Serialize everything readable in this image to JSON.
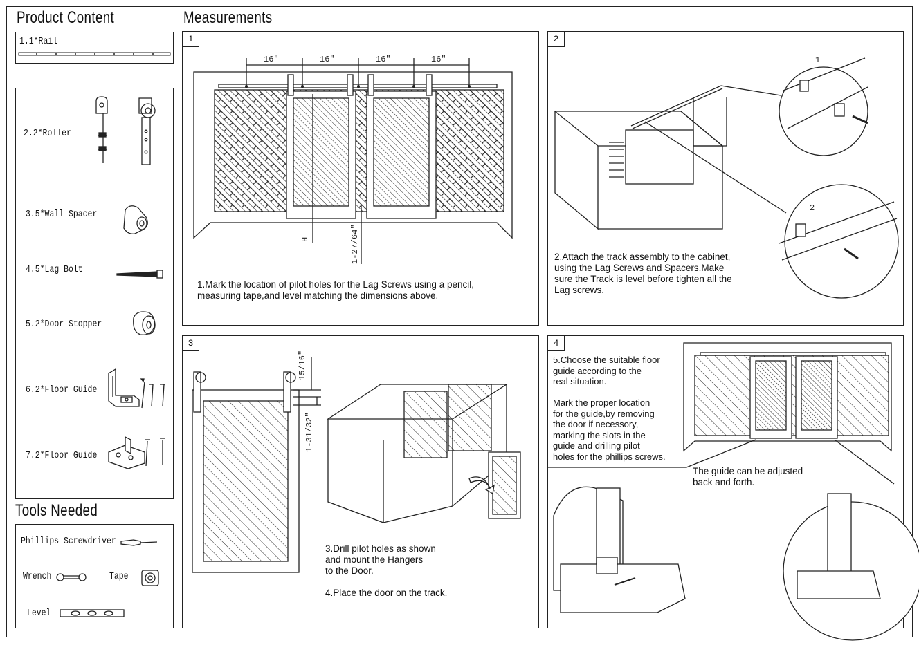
{
  "headings": {
    "product_content": "Product Content",
    "measurements": "Measurements",
    "tools_needed": "Tools Needed"
  },
  "product_items": [
    {
      "label": "1.1*Rail",
      "icon": "rail-icon"
    },
    {
      "label": "2.2*Roller",
      "icon": "roller-icon"
    },
    {
      "label": "3.5*Wall Spacer",
      "icon": "wall-spacer-icon"
    },
    {
      "label": "4.5*Lag Bolt",
      "icon": "lag-bolt-icon"
    },
    {
      "label": "5.2*Door Stopper",
      "icon": "door-stopper-icon"
    },
    {
      "label": "6.2*Floor Guide",
      "icon": "floor-guide-icon"
    },
    {
      "label": "7.2*Floor Guide",
      "icon": "floor-guide-icon"
    }
  ],
  "tools": [
    {
      "label": "Phillips Screwdriver",
      "icon": "screwdriver-icon"
    },
    {
      "label": "Wrench",
      "icon": "wrench-icon"
    },
    {
      "label": "Tape",
      "icon": "tape-measure-icon"
    },
    {
      "label": "Level",
      "icon": "level-icon"
    }
  ],
  "steps": [
    {
      "number": "1",
      "text": "1.Mark the location of pilot holes for the Lag Screws using a pencil,\nmeasuring tape,and level matching the dimensions above.",
      "dimensions": [
        "16\"",
        "16\"",
        "16\"",
        "16\""
      ],
      "height_label": "H",
      "gap_label": "1-27/64\""
    },
    {
      "number": "2",
      "text": "2.Attach the track assembly to the cabinet,\nusing the Lag Screws and Spacers.Make\nsure the Track is level before tighten all the\nLag screws.",
      "callouts": [
        "1",
        "2"
      ]
    },
    {
      "number": "3",
      "text": "3.Drill pilot holes as shown\nand mount the Hangers\nto the Door.\n\n4.Place the door on the track.",
      "dimensions": [
        "15/16\"",
        "1-31/32\""
      ]
    },
    {
      "number": "4",
      "text": "5.Choose the suitable floor\nguide according to the\nreal situation.\n\nMark the proper location\nfor the guide,by removing\nthe door if necessory,\nmarking the slots in the\nguide and drilling pilot\nholes for the phillips screws.",
      "note": "The guide can be adjusted\nback and forth."
    }
  ]
}
